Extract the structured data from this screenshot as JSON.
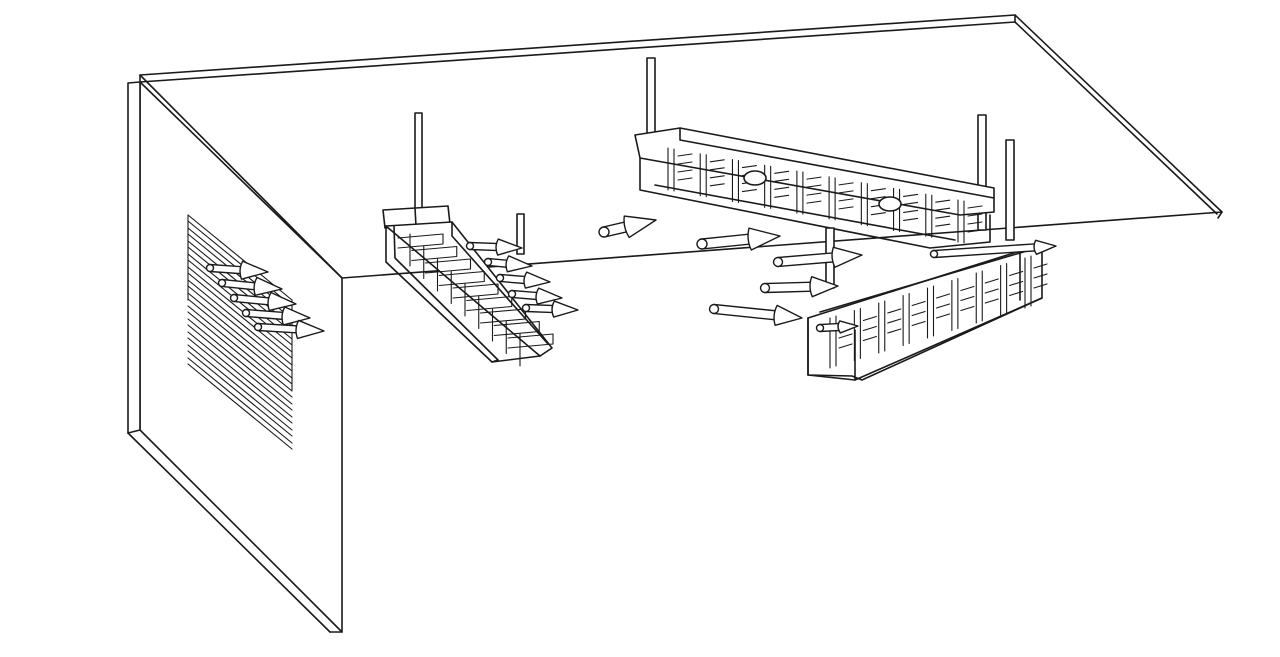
{
  "figure": {
    "caption": "",
    "colors": {
      "line": "#1a1a1a",
      "background": "#ffffff"
    },
    "components": [
      "ceiling-panel",
      "side-wall-panel",
      "wall-vent-grille",
      "left-ceiling-diffuser",
      "right-upper-ceiling-diffuser",
      "right-lower-ceiling-diffuser",
      "airflow-arrows"
    ]
  }
}
